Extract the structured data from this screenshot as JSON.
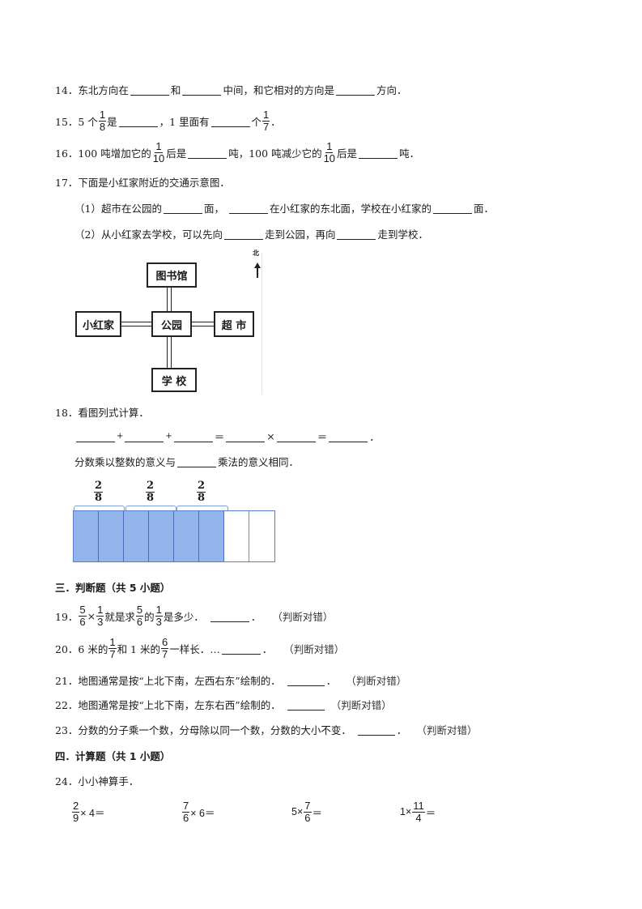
{
  "questions": {
    "q14": {
      "num": "14．",
      "t1": "东北方向在",
      "t2": "和",
      "t3": "中间，和它相对的方向是",
      "t4": "方向．"
    },
    "q15": {
      "num": "15．",
      "t1": "5 个",
      "f1n": "1",
      "f1d": "8",
      "t2": "是",
      "t3": "，1 里面有",
      "t4": "个",
      "f2n": "1",
      "f2d": "7",
      "t5": "．"
    },
    "q16": {
      "num": "16．",
      "t1": "100 吨增加它的",
      "f1n": "1",
      "f1d": "10",
      "t2": "后是",
      "t3": "吨，100 吨减少它的",
      "f2n": "1",
      "f2d": "10",
      "t4": "后是",
      "t5": "吨．"
    },
    "q17": {
      "num": "17．",
      "title": "下面是小红家附近的交通示意图．",
      "p1": {
        "a": "（1）超市在公园的",
        "b": "面，",
        "c": "在小红家的东北面，学校在小红家的",
        "d": "面．"
      },
      "p2": {
        "a": "（2）从小红家去学校，可以先向",
        "b": "走到公园，再向",
        "c": "走到学校．"
      },
      "map": {
        "north": "北",
        "library": "图书馆",
        "home": "小红家",
        "park": "公园",
        "market": "超 市",
        "school": "学 校"
      }
    },
    "q18": {
      "num": "18．",
      "title": "看图列式计算．",
      "plus": "+",
      "eq": "＝",
      "times": "×",
      "dot": "．",
      "meaning_a": "分数乘以整数的意义与",
      "meaning_b": "乘法的意义相同．",
      "bar": {
        "labels": [
          {
            "n": "2",
            "d": "8"
          },
          {
            "n": "2",
            "d": "8"
          },
          {
            "n": "2",
            "d": "8"
          }
        ],
        "total_cells": 8,
        "filled_cells": 6,
        "fill_color": "#94b4ec",
        "border_color": "#4a6fb9"
      }
    }
  },
  "section3": {
    "title": "三．判断题（共 5 小题）",
    "q19": {
      "num": "19．",
      "f1n": "5",
      "f1d": "6",
      "x": "×",
      "f2n": "1",
      "f2d": "3",
      "t1": "就是求",
      "f3n": "5",
      "f3d": "6",
      "t2": "的",
      "f4n": "1",
      "f4d": "3",
      "t3": "是多少．",
      "t4": "．",
      "judge": "（判断对错）"
    },
    "q20": {
      "num": "20．",
      "t1": "6 米的",
      "f1n": "1",
      "f1d": "7",
      "t2": "和 1 米的",
      "f2n": "6",
      "f2d": "7",
      "t3": "一样长．…",
      "t4": "．",
      "judge": "（判断对错）"
    },
    "q21": {
      "num": "21．",
      "text": "地图通常是按“上北下南，左西右东”绘制的．",
      "t4": "．",
      "judge": "（判断对错）"
    },
    "q22": {
      "num": "22．",
      "text": "地图通常是按“上北下南，左东右西”绘制的．",
      "judge": "（判断对错）"
    },
    "q23": {
      "num": "23．",
      "text": "分数的分子乘一个数，分母除以同一个数，分数的大小不变．",
      "t4": "．",
      "judge": "（判断对错）"
    }
  },
  "section4": {
    "title": "四．计算题（共 1 小题）",
    "q24": {
      "num": "24．",
      "title": "小小神算手．",
      "items": [
        {
          "fn": "2",
          "fd": "9",
          "rest": "× 4＝"
        },
        {
          "fn": "7",
          "fd": "6",
          "rest": "× 6＝"
        },
        {
          "pre": "5×",
          "fn": "7",
          "fd": "6",
          "rest": "＝"
        },
        {
          "pre": "1×",
          "fn": "11",
          "fd": "4",
          "rest": "＝"
        }
      ]
    }
  }
}
